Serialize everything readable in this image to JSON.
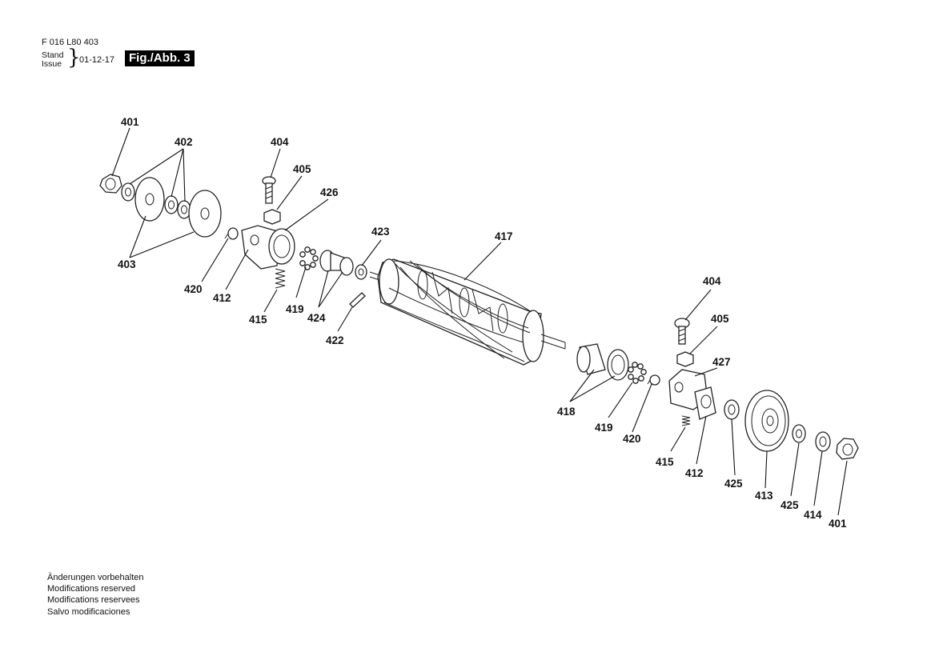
{
  "header": {
    "doc_number": "F 016 L80 403",
    "stand_label": "Stand",
    "issue_label": "Issue",
    "date": "01-12-17",
    "figure_label": "Fig./Abb. 3"
  },
  "footer": {
    "notes": [
      "Änderungen vorbehalten",
      "Modifications reserved",
      "Modifications reservees",
      "Salvo modificaciones"
    ]
  },
  "parts": {
    "p401a": "401",
    "p402": "402",
    "p403": "403",
    "p404a": "404",
    "p405a": "405",
    "p426": "426",
    "p420a": "420",
    "p412a": "412",
    "p415a": "415",
    "p419a": "419",
    "p424": "424",
    "p422": "422",
    "p423": "423",
    "p417": "417",
    "p418": "418",
    "p419b": "419",
    "p420b": "420",
    "p404b": "404",
    "p405b": "405",
    "p427": "427",
    "p415b": "415",
    "p412b": "412",
    "p425a": "425",
    "p413": "413",
    "p425b": "425",
    "p414": "414",
    "p401b": "401"
  }
}
